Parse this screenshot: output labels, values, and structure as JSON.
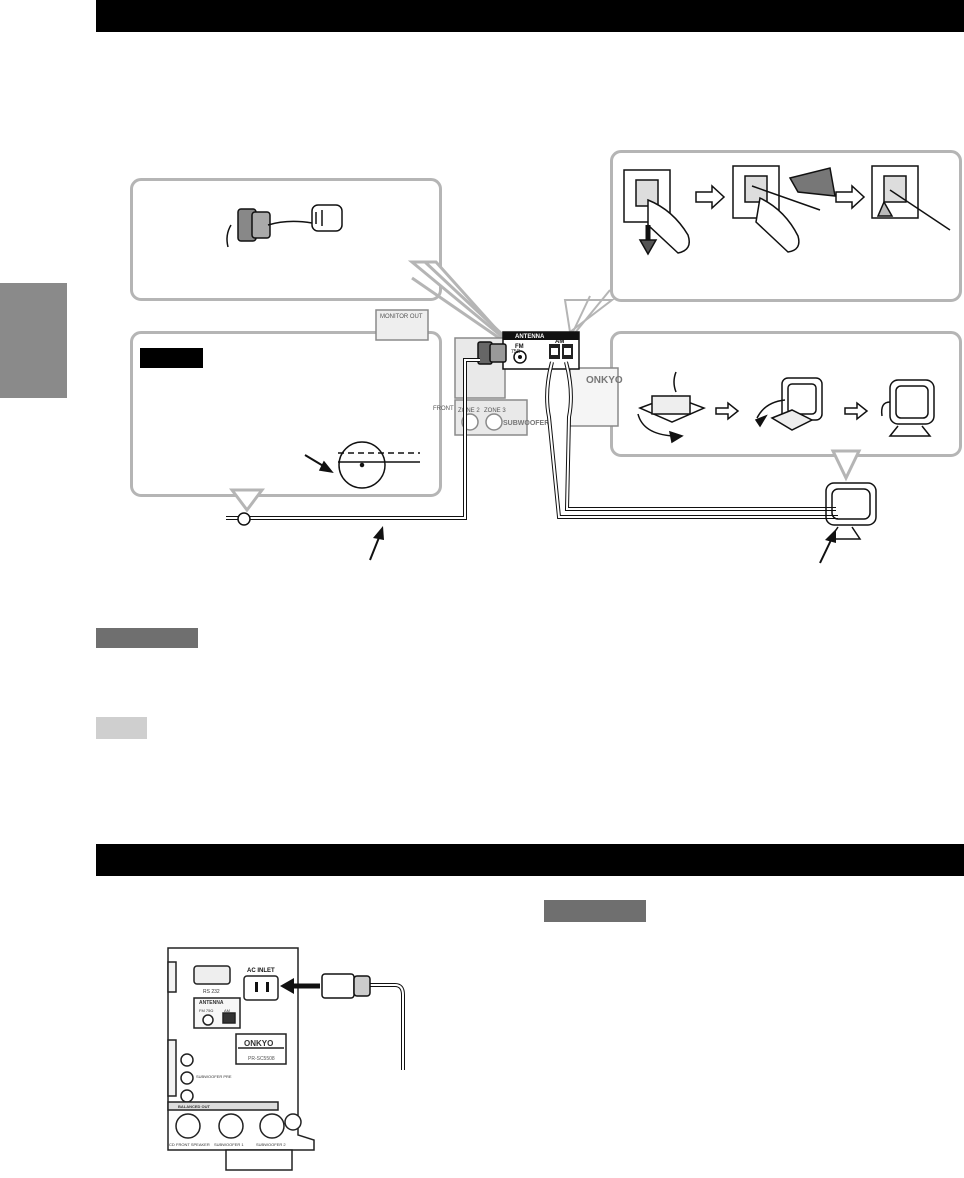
{
  "tags": {
    "important": "",
    "caution_1": "",
    "note": "",
    "caution_2": ""
  },
  "antenna_panel": {
    "title": "ANTENNA",
    "fm_label": "FM",
    "fm_impedance": "75Ω",
    "am_label": "AM"
  },
  "rear_panel_labels": {
    "monitor_out": "MONITOR OUT",
    "zone_2": "ZONE 2",
    "zone_3": "ZONE 3",
    "front": "FRONT",
    "subwoofer": "SUBWOOFER",
    "brand": "ONKYO"
  },
  "power_panel": {
    "ac_inlet": "AC INLET",
    "rs232": "RS 232",
    "antenna": "ANTENNA",
    "fm": "FM 75Ω",
    "am": "AM",
    "brand": "ONKYO",
    "model": "PR-SC5508",
    "subwoofer_pre": "SUBWOOFER PRE",
    "balanced_out": "BALANCED OUT",
    "front_speaker": "FRONT SPEAKER",
    "subwoofer_1": "SUBWOOFER 1",
    "subwoofer_2": "SUBWOOFER 2",
    "cd": "CD"
  },
  "colors": {
    "bar": "#000000",
    "side_tab": "#8a8a8a",
    "bubble_border": "#b5b5b5",
    "tag_dark": "#6f6f6f",
    "tag_light": "#cfcfcf"
  }
}
